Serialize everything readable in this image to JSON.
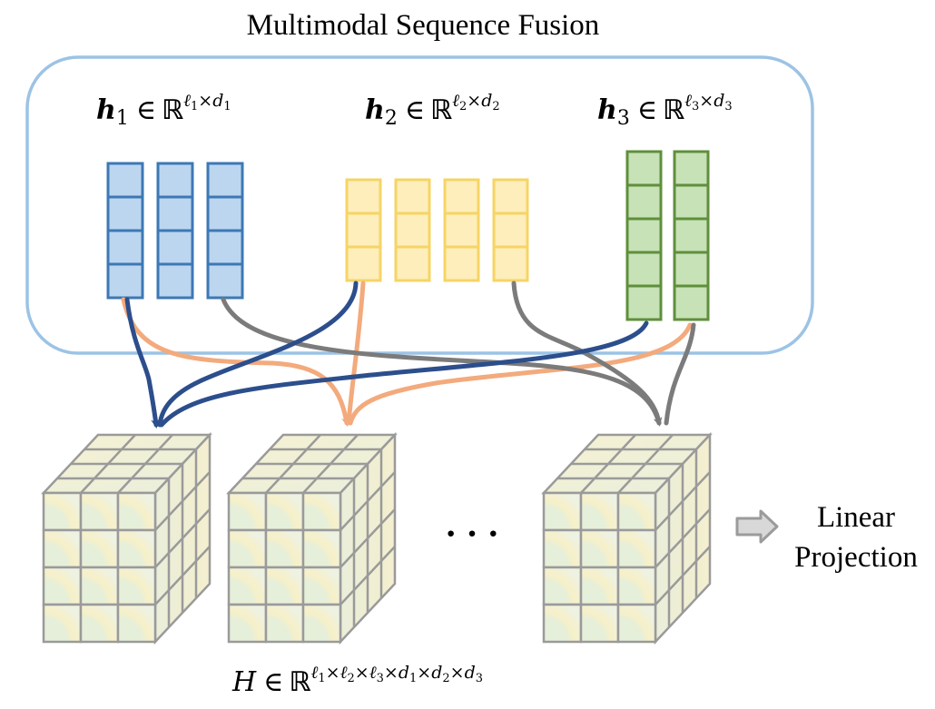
{
  "title": "Multimodal Sequence Fusion",
  "modalities": [
    {
      "id": "h1",
      "var": "h",
      "sub": "1",
      "sup_l": "ℓ",
      "sup_ls": "1",
      "sup_d": "d",
      "sup_ds": "1",
      "rows": 4,
      "cols": 3,
      "fill": "#bcd6ef",
      "stroke": "#3d78b5"
    },
    {
      "id": "h2",
      "var": "h",
      "sub": "2",
      "sup_l": "ℓ",
      "sup_ls": "2",
      "sup_d": "d",
      "sup_ds": "2",
      "rows": 3,
      "cols": 4,
      "fill": "#fdeebb",
      "stroke": "#f6d465"
    },
    {
      "id": "h3",
      "var": "h",
      "sub": "3",
      "sup_l": "ℓ",
      "sup_ls": "3",
      "sup_d": "d",
      "sup_ds": "3",
      "rows": 5,
      "cols": 2,
      "fill": "#c7e2b6",
      "stroke": "#5f8f3c"
    }
  ],
  "symbols": {
    "in": "∈",
    "reals": "ℝ",
    "times": "×"
  },
  "edge_colors": {
    "blue": "#2c4e8c",
    "orange": "#f3aa7c",
    "gray": "#7b7b7b"
  },
  "tensor_label": {
    "var": "H",
    "sup_parts": [
      "ℓ",
      "1",
      "ℓ",
      "2",
      "ℓ",
      "3",
      "d",
      "1",
      "d",
      "2",
      "d",
      "3"
    ]
  },
  "ellipsis": "· · ·",
  "output_label": {
    "line1": "Linear",
    "line2": "Projection"
  },
  "colors": {
    "box_border": "#9cc3e5",
    "cube_grid": "#9a9a9a",
    "cube_face": "#e6efd9",
    "cube_glow": "#f7f0c8"
  }
}
